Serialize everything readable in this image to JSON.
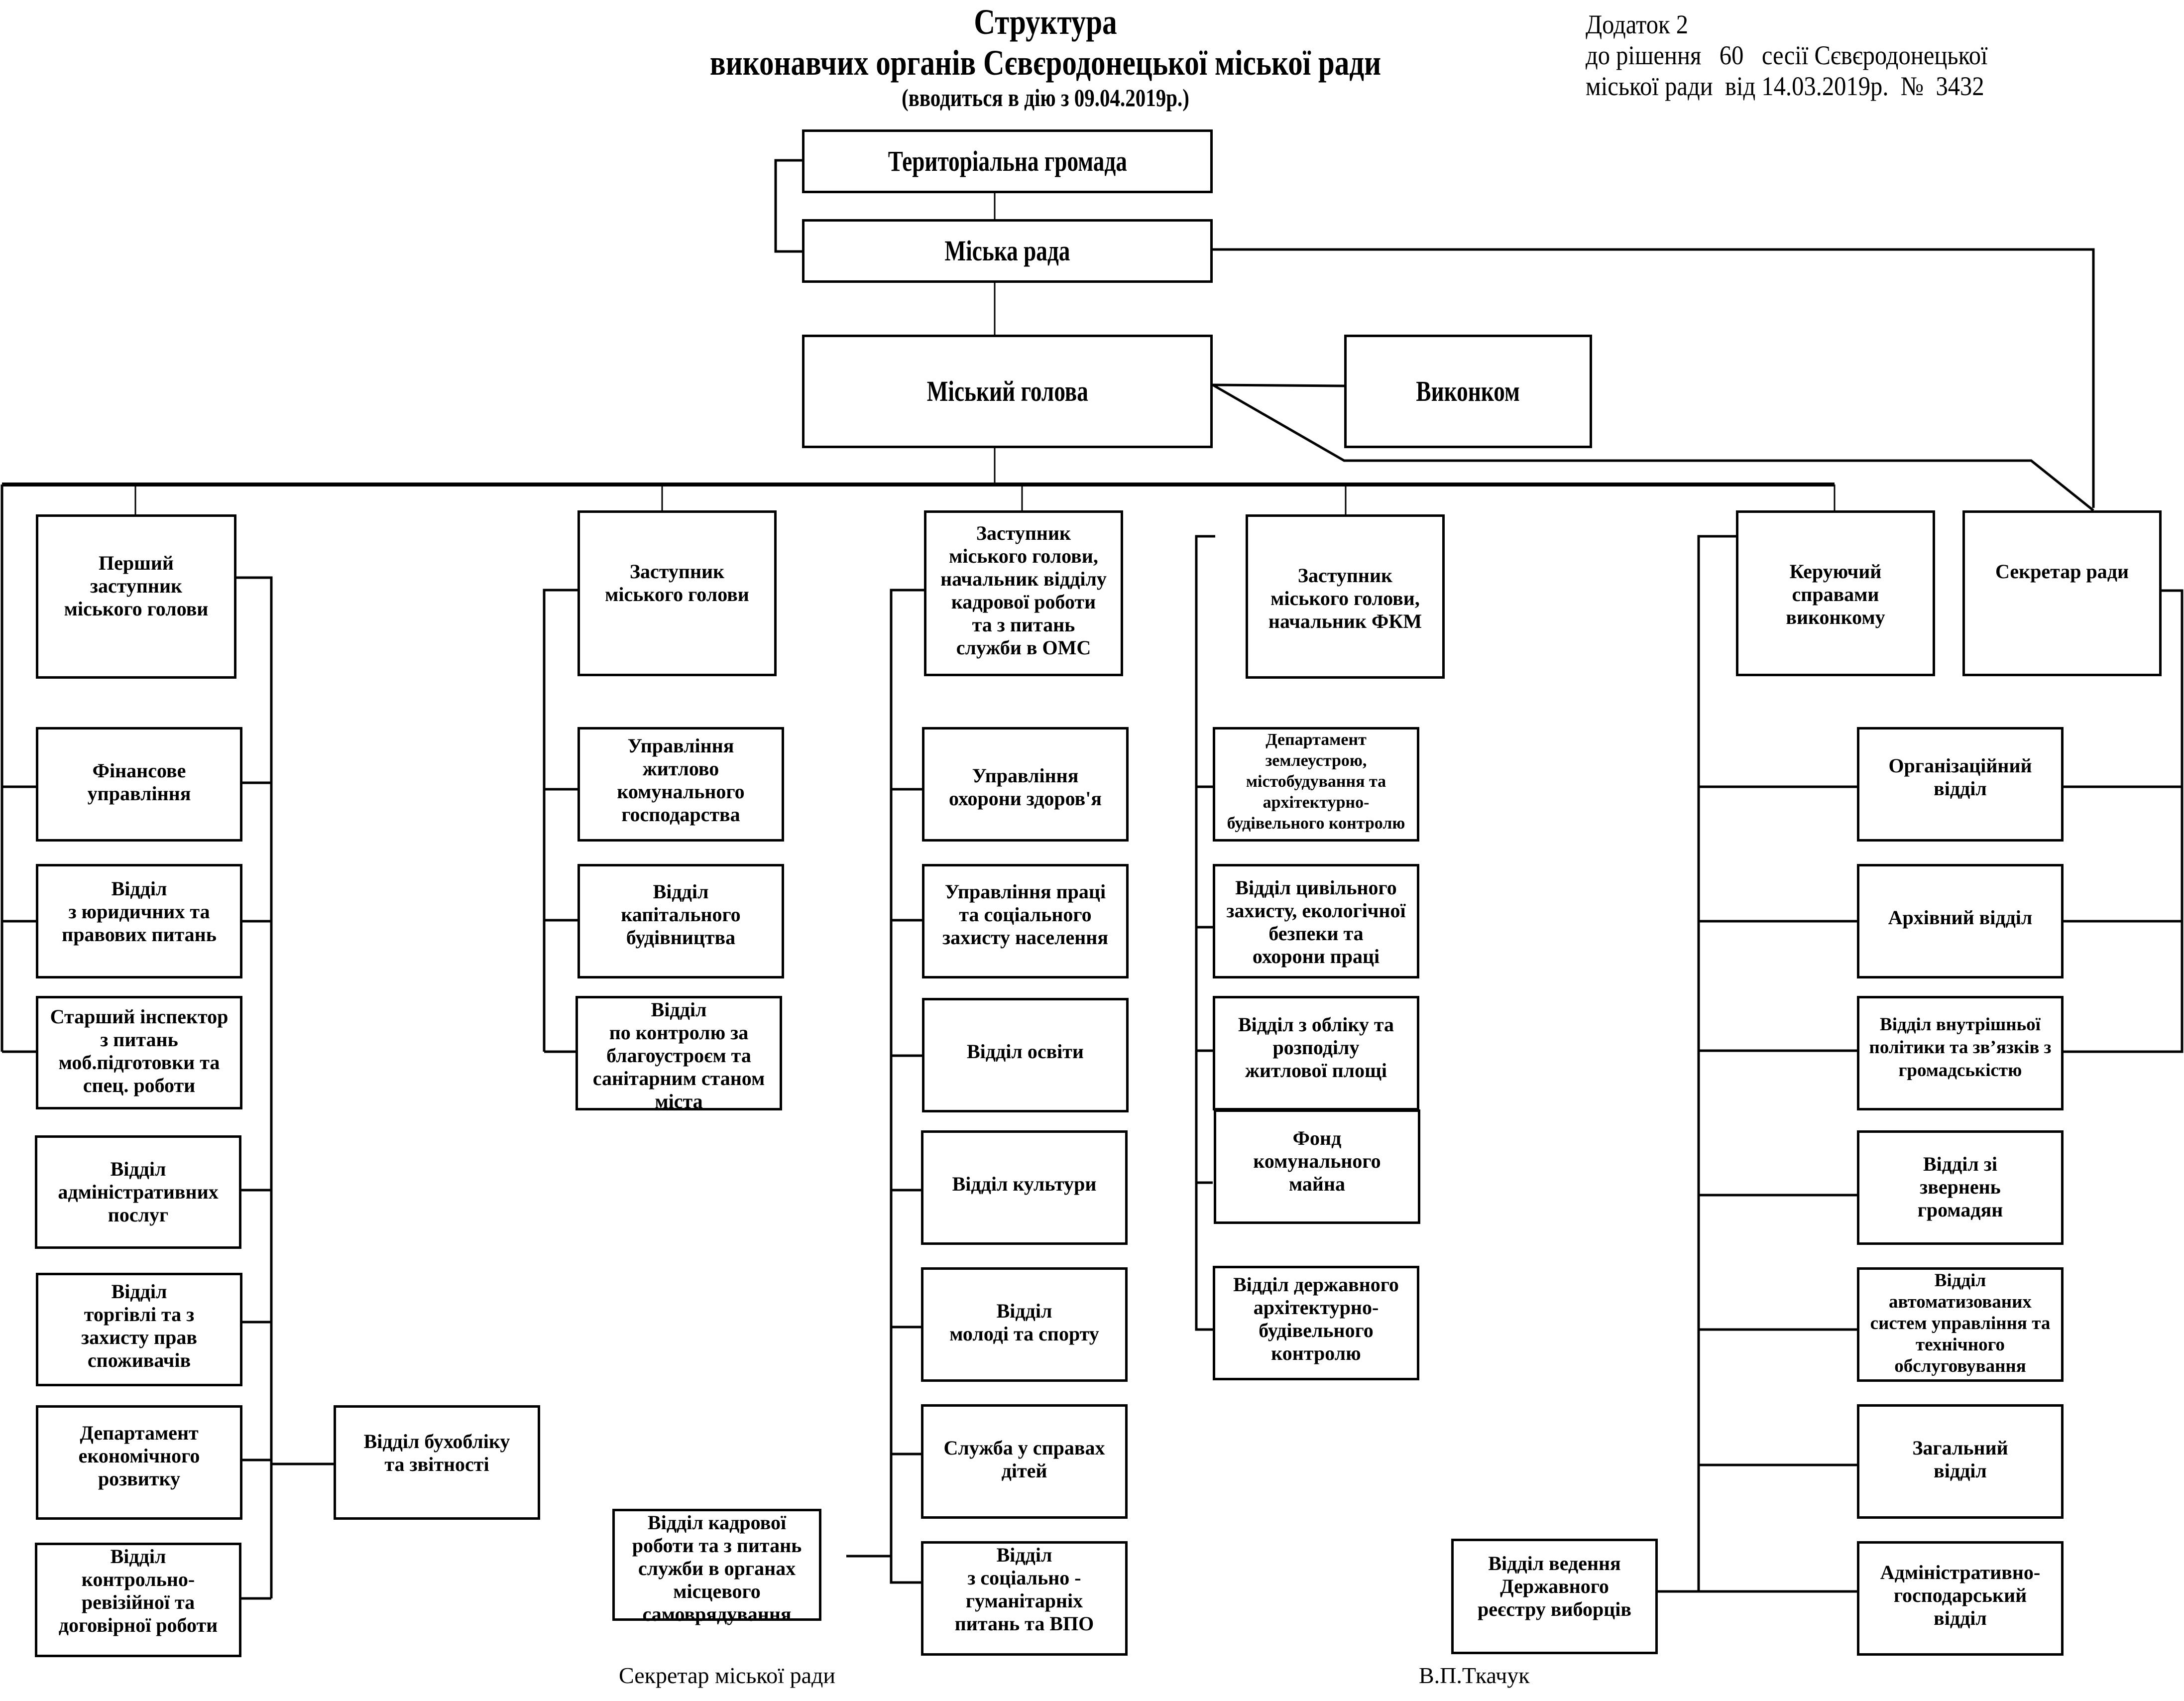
{
  "header": {
    "title_line1": "Структура",
    "title_line2": "виконавчих органів Сєвєродонецької міської ради",
    "title_line3": "(вводиться в дію з 09.04.2019р.)"
  },
  "annex": {
    "line1": "Додаток 2",
    "line2": "до рішення   60   сесії Сєвєродонецької",
    "line3": "міської ради  від 14.03.2019р.  №  3432"
  },
  "top": {
    "community": "Територіальна громада",
    "council": "Міська рада",
    "mayor": "Міський голова",
    "executive_committee": "Виконком"
  },
  "heads": {
    "first_deputy": "Перший\nзаступник\nміського голови",
    "deputy": "Заступник\nміського голови",
    "deputy_hr": "Заступник\nміського голови,\nначальник відділу\nкадрової роботи\nта з питань\nслужби в ОМС",
    "deputy_fkm": "Заступник\nміського голови,\nначальник ФКМ",
    "exec_manager": "Керуючий\nсправами\nвиконкому",
    "council_secretary": "Секретар ради"
  },
  "first_deputy_units": [
    "Фінансове\nуправління",
    "Відділ\nз юридичних та\nправових питань",
    "Старший інспектор\nз питань\nмоб.підготовки та\nспец. роботи",
    "Відділ\nадміністративних\nпослуг",
    "Відділ\nторгівлі та з\nзахисту прав\nспоживачів",
    "Департамент\nекономічного\nрозвитку",
    "Відділ\nконтрольно-\nревізійної та\nдоговірної роботи"
  ],
  "accounting_unit": "Відділ бухобліку\nта звітності",
  "deputy_units": [
    "Управління\nжитлово\nкомунального\nгосподарства",
    "Відділ\nкапітального\nбудівництва",
    "Відділ\nпо контролю за\nблагоустроєм та\nсанітарним станом\nміста"
  ],
  "deputy_hr_units": [
    "Управління\nохорони здоров'я",
    "Управління праці\nта соціального\nзахисту населення",
    "Відділ освіти",
    "Відділ культури",
    "Відділ\nмолоді  та спорту",
    "Служба у справах\nдітей",
    "Відділ\nз соціально -\nгуманітарніх\nпитань та ВПО"
  ],
  "hr_unit": "Відділ кадрової\nроботи та з питань\nслужби в органах\nмісцевого\nсамоврядування",
  "deputy_fkm_units": [
    "Департамент\nземлеустрою,\nмістобудування та\nархітектурно-\nбудівельного контролю",
    "Відділ цивільного\nзахисту, екологічної\nбезпеки та\nохорони праці",
    "Відділ з обліку та\nрозподілу\nжитлової площі",
    "Фонд\nкомунального\nмайна",
    "Відділ державного\nархітектурно-\nбудівельного\nконтролю"
  ],
  "exec_units": [
    "Організаційний\nвідділ",
    "Архівний відділ",
    "Відділ внутрішньої\nполітики та зв’язків з\nгромадськістю",
    "Відділ зі\nзвернень\nгромадян",
    "Відділ\nавтоматизованих\nсистем управління та\nтехнічного\nобслуговування",
    "Загальний\nвідділ",
    "Адміністративно-\nгосподарський\nвідділ"
  ],
  "voter_registry_unit": "Відділ ведення\nДержавного\nреєстру виборців",
  "footer": {
    "signature_label": "Секретар міської ради",
    "signature_name": "В.П.Ткачук"
  }
}
